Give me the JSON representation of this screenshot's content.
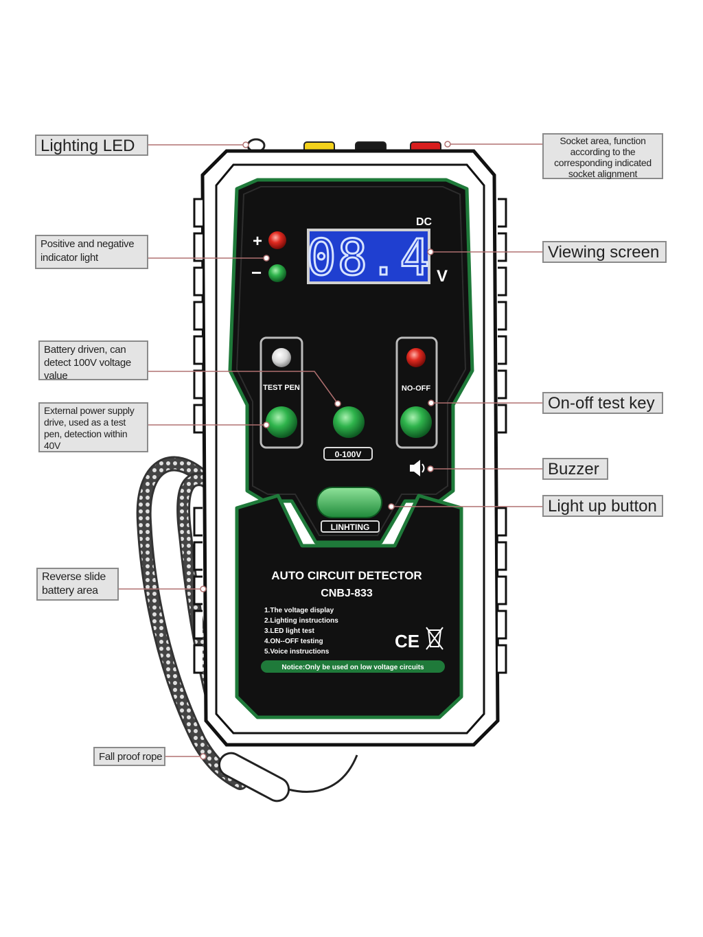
{
  "device": {
    "display_value": "08.4",
    "display_mode": "DC",
    "display_unit": "V",
    "plus_sign": "+",
    "minus_sign": "−",
    "test_pen_label": "TEST PEN",
    "on_off_label": "NO-OFF",
    "range_label": "0-100V",
    "light_button_label": "LINHTING",
    "title": "AUTO CIRCUIT DETECTOR",
    "model": "CNBJ-833",
    "instructions": [
      "1.The voltage display",
      "2.Lighting instructions",
      "3.LED light test",
      "4.ON--OFF testing",
      "5.Voice instructions"
    ],
    "notice": "Notice:Only be used on low voltage circuits",
    "ce_mark": "CE"
  },
  "callouts": {
    "lighting_led": "Lighting LED",
    "socket_area": "Socket area, function according to the corresponding indicated socket alignment",
    "indicator_light": "Positive and negative indicator light",
    "viewing_screen": "Viewing screen",
    "battery_driven": "Battery driven, can detect 100V voltage value",
    "external_power": "External power supply drive, used as a test pen, detection within 40V",
    "on_off_key": "On-off test key",
    "buzzer": "Buzzer",
    "light_up_button": "Light up button",
    "battery_area": "Reverse slide battery area",
    "fall_proof_rope": "Fall proof rope"
  },
  "colors": {
    "body_black": "#111111",
    "accent_green": "#1f7a3a",
    "led_green": "#27a844",
    "led_red": "#e02020",
    "screen_blue": "#1f3fd0",
    "callout_bg": "#e4e4e4",
    "leader_line": "#b07070",
    "socket_yellow": "#f4d21c",
    "socket_red": "#d81e1e",
    "socket_black": "#1a1a1a"
  }
}
